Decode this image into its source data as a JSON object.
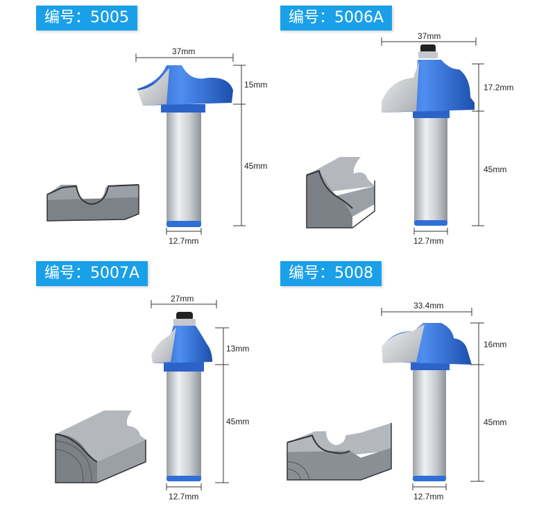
{
  "products": [
    {
      "code_label": "编号：5005",
      "width_label": "37mm",
      "head_label": "15mm",
      "shank_label": "45mm",
      "shank_dia_label": "12.7mm"
    },
    {
      "code_label": "编号：5006A",
      "width_label": "37mm",
      "head_label": "17.2mm",
      "shank_label": "45mm",
      "shank_dia_label": "12.7mm"
    },
    {
      "code_label": "编号：5007A",
      "width_label": "27mm",
      "head_label": "13mm",
      "shank_label": "45mm",
      "shank_dia_label": "12.7mm"
    },
    {
      "code_label": "编号：5008",
      "width_label": "33.4mm",
      "head_label": "16mm",
      "shank_label": "45mm",
      "shank_dia_label": "12.7mm"
    }
  ],
  "colors": {
    "badge": "#1aa0e8",
    "cutter": "#2f6fd6",
    "shank": "#c8ccd2",
    "profile": "#8f9499"
  }
}
